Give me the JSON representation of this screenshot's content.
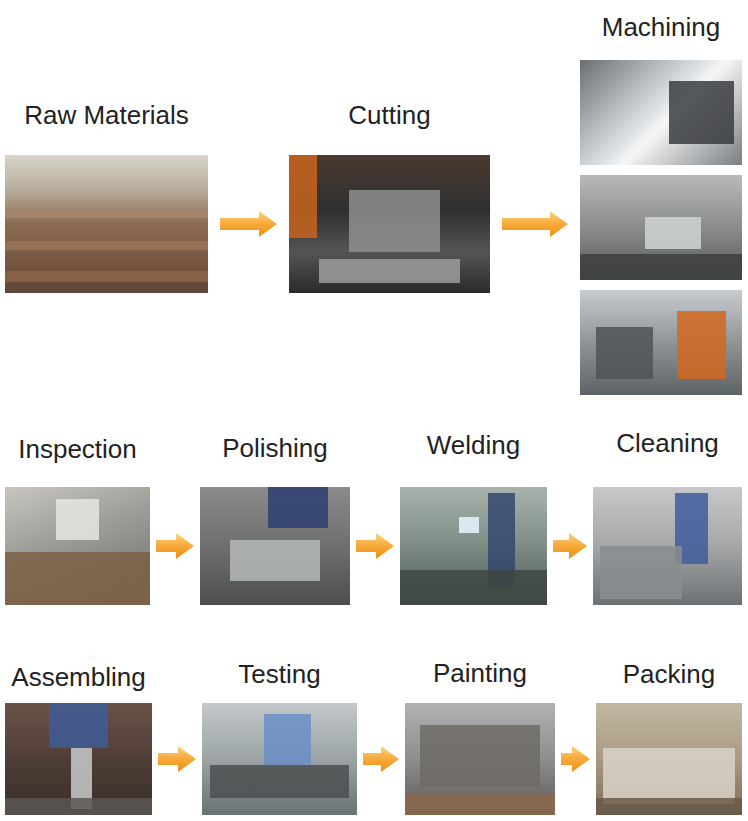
{
  "diagram": {
    "nodes": [
      {
        "text": [
          "Raw Materials"
        ]
      },
      {
        "text": [
          "Cutting"
        ]
      },
      {
        "text": [
          "Machining"
        ]
      },
      {
        "text": [
          "Inspection"
        ]
      },
      {
        "text": [
          "Polishing"
        ]
      },
      {
        "text": [
          "Welding"
        ]
      },
      {
        "text": [
          "Cleaning"
        ]
      },
      {
        "text": [
          "Assembling"
        ]
      },
      {
        "text": [
          "Testing"
        ]
      },
      {
        "text": [
          "Painting"
        ]
      },
      {
        "text": [
          "Packing"
        ]
      }
    ],
    "edges": [
      {
        "from": 0,
        "to": 1,
        "arrow": "to"
      },
      {
        "from": 1,
        "to": 2,
        "arrow": "to"
      },
      {
        "from": 3,
        "to": 4,
        "arrow": "to"
      },
      {
        "from": 4,
        "to": 5,
        "arrow": "to"
      },
      {
        "from": 5,
        "to": 6,
        "arrow": "to"
      },
      {
        "from": 7,
        "to": 8,
        "arrow": "to"
      },
      {
        "from": 8,
        "to": 9,
        "arrow": "to"
      },
      {
        "from": 9,
        "to": 10,
        "arrow": "to"
      }
    ]
  }
}
